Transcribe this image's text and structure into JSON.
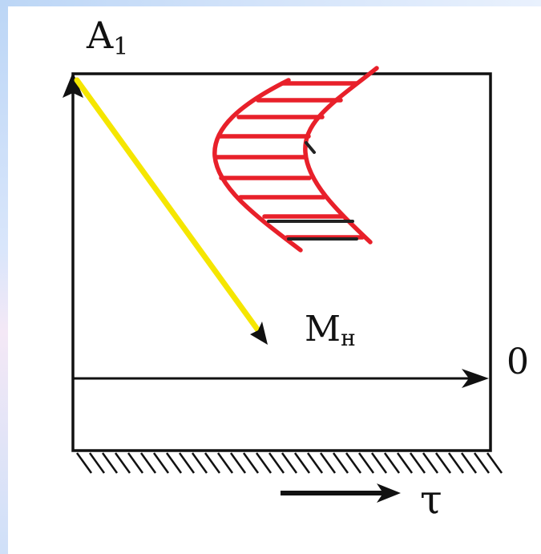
{
  "labels": {
    "a1_main": "A",
    "a1_sub": "1",
    "m_main": "M",
    "m_sub": "н",
    "zero": "0",
    "tau": "τ"
  },
  "colors": {
    "line": "#111111",
    "yellow_arrow": "#f5e600",
    "red_profile": "#e8202a",
    "border_tint": "#bcd6f6"
  }
}
